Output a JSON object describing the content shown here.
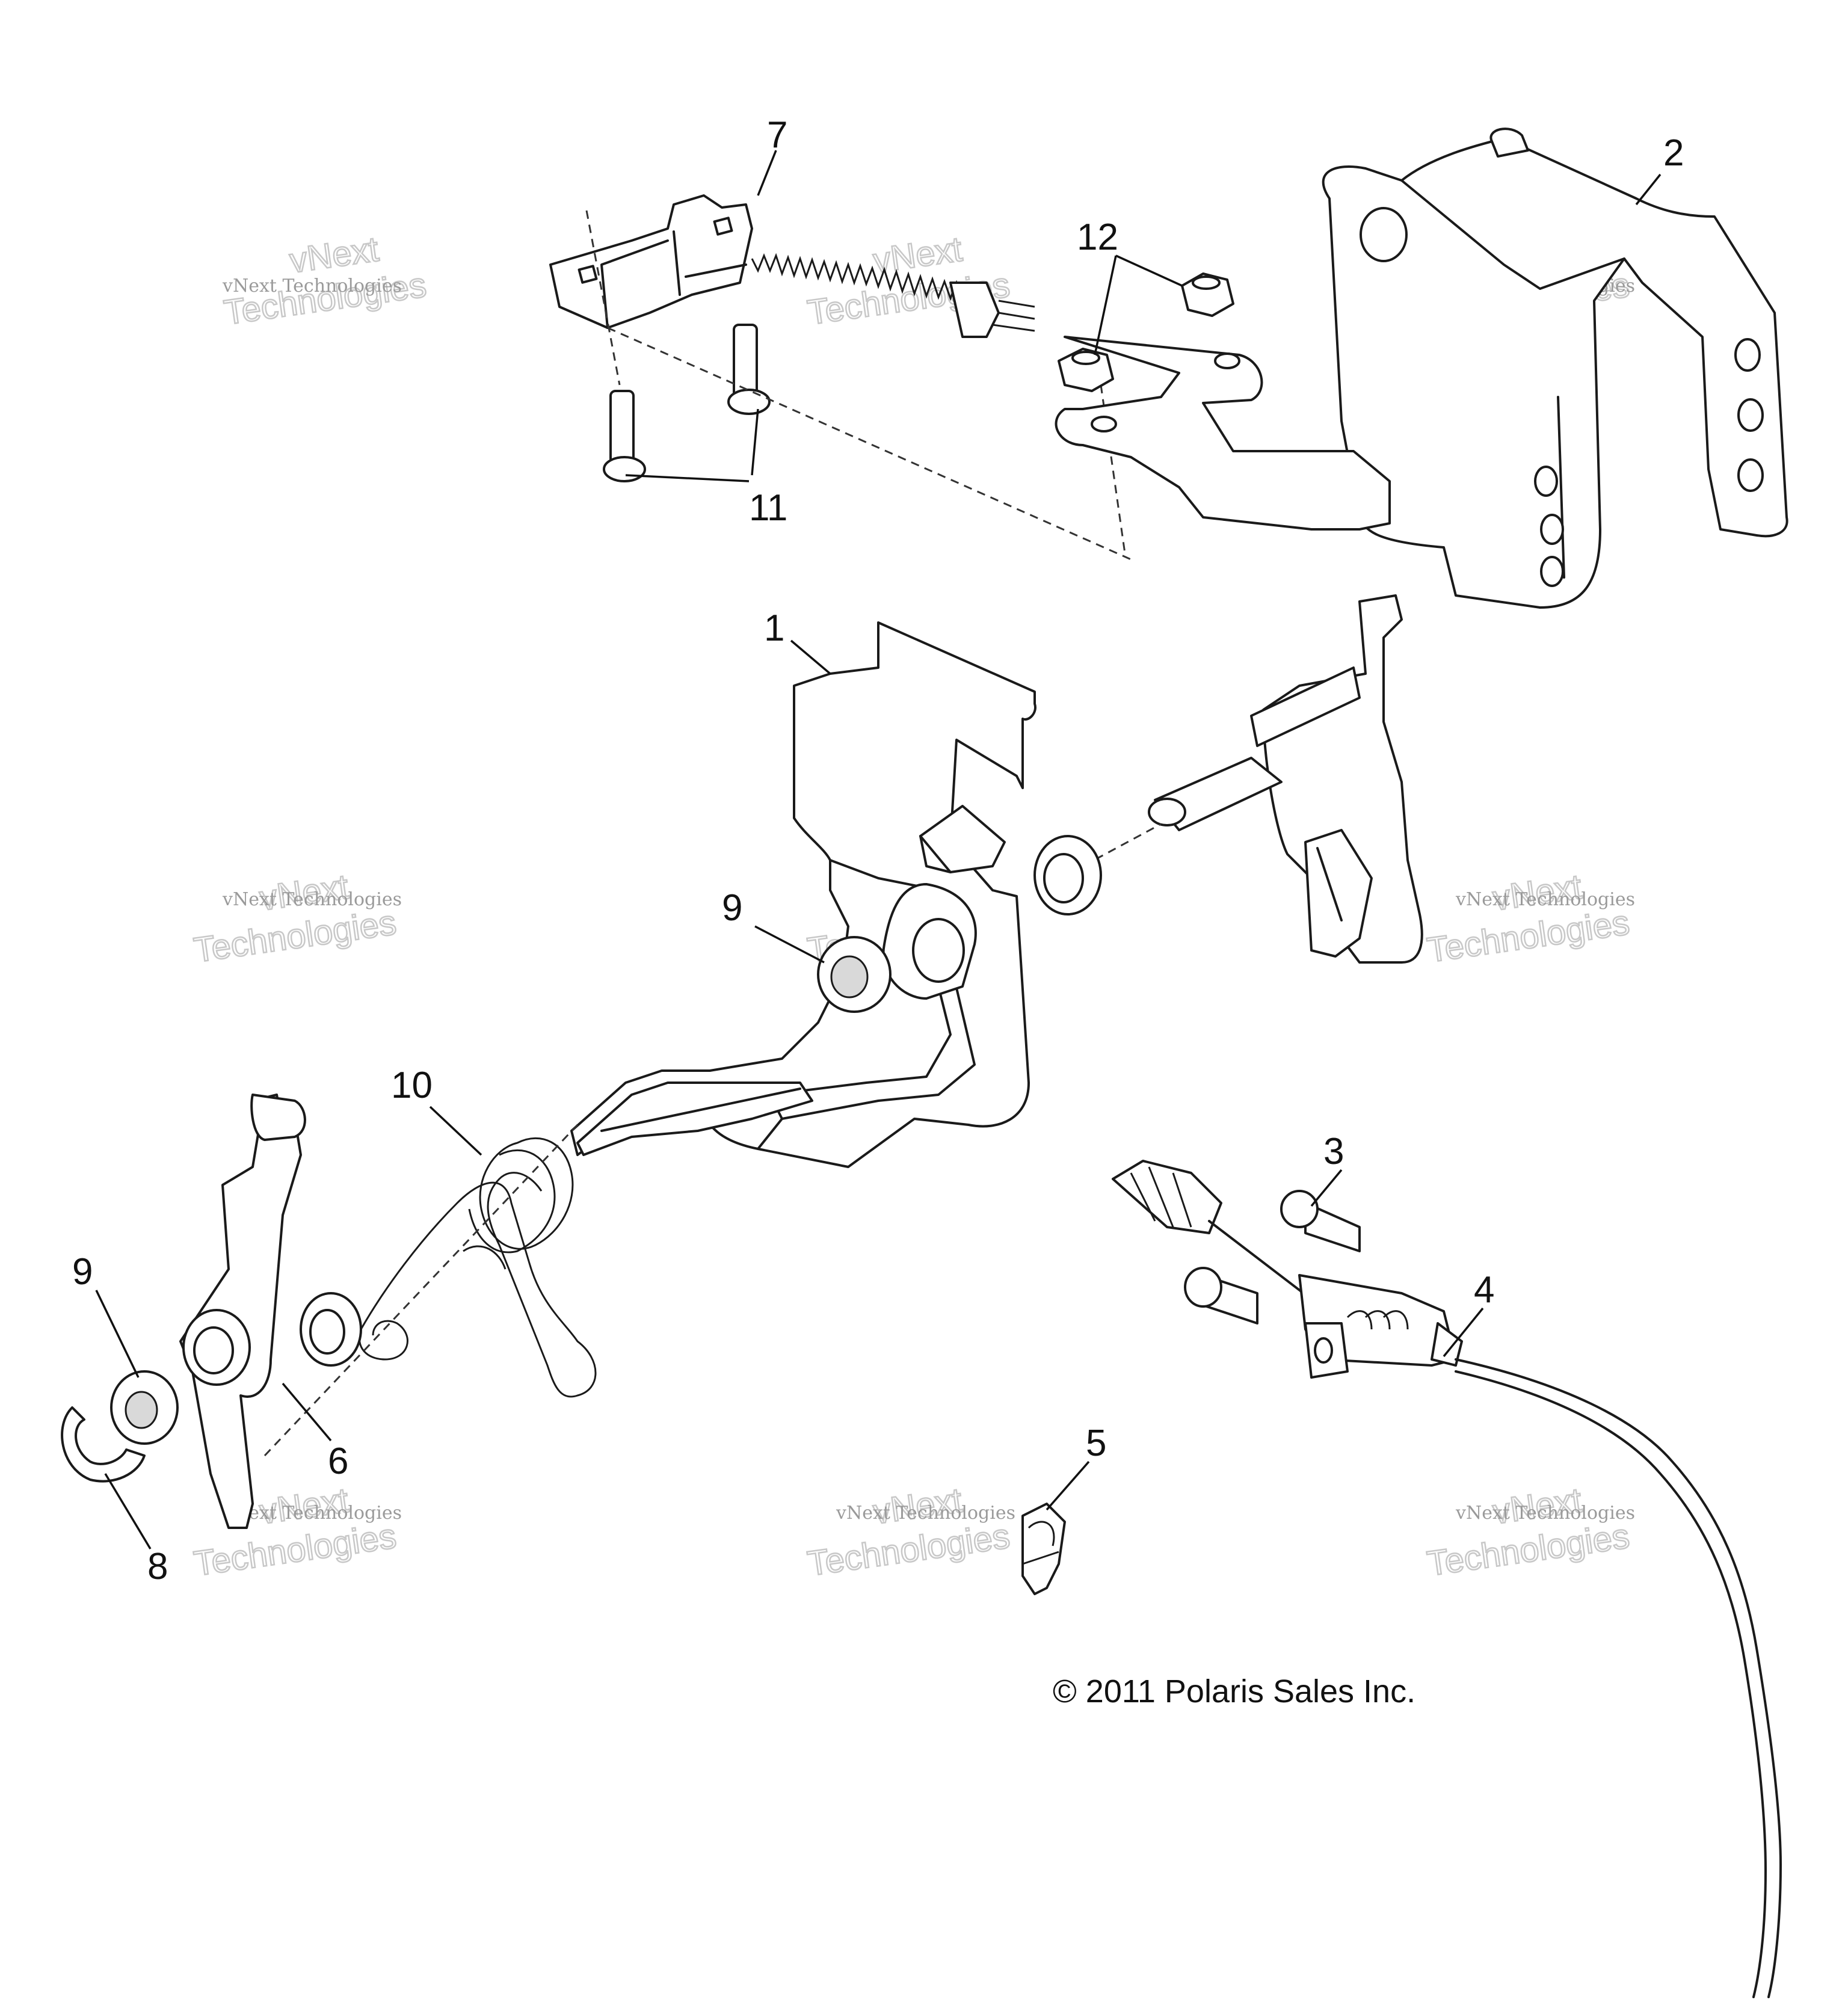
{
  "callouts": {
    "c1": "1",
    "c2": "2",
    "c3": "3",
    "c4": "4",
    "c5": "5",
    "c6": "6",
    "c7": "7",
    "c8": "8",
    "c9a": "9",
    "c9b": "9",
    "c10": "10",
    "c11": "11",
    "c12": "12"
  },
  "watermark": {
    "line1": "vNext Technologies",
    "line2": "vNext",
    "line3": "Technologies"
  },
  "copyright": "© 2011 Polaris Sales Inc."
}
